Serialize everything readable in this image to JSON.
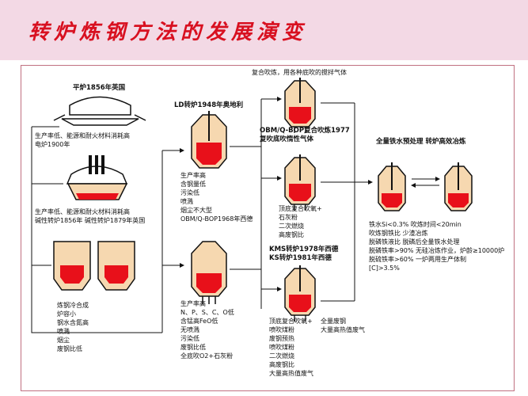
{
  "title": "转炉炼钢方法的发展演变",
  "colors": {
    "title": "#d81020",
    "band": "#f3d9e5",
    "frame": "#c07080",
    "molten": "#e8101a",
    "lining": "#f6d8b0",
    "line": "#111111"
  },
  "labels": {
    "bessemer_1856": "平炉1856年英国",
    "top_desc": "生产率低、能源和耐火材料消耗高\n电炉1900年",
    "mid_desc": "生产率低、能源和耐火材料消耗高\n碱性转炉1856年    碱性转炉1879年英国",
    "bottom_desc": "炼钢冷合成\n炉容小\n钢水含氮高\n喷溅\n烟尘\n废钢比低",
    "ld_title": "LD转炉1948年奥地利",
    "ld_desc": "生产率高\n含钢量低\n污染低\n喷溅\n烟尘不大型\nOBM/Q-BOP1968年西德",
    "obm_desc": "生产率高\nN、P、S、C、O低\n含锰高FeO低\n无喷溅\n污染低\n废钢比低\n全底吹O2+石灰粉",
    "combined_top": "复合吹炼，用各种底吹的搅拌气体",
    "combined_title": "OBM/Q-BOP复合吹炼1977\n复吹底吹惰性气体",
    "combined_desc": "顶底复合吹氧+\n石灰粉\n二次燃烧\n高废钢比",
    "kms_title": "KMS转炉1978年西德\nKS转炉1981年西德",
    "kms_desc": "顶底复合吹氧+\n喷吹煤粉\n废钢预热\n喷吹煤粉\n二次燃烧\n高废钢比\n大量高热值废气",
    "side_desc": "全量废钢\n大量高热值废气",
    "right_title": "全量铁水预处理   转炉高效冶炼",
    "right_desc": "铁水Si<0.3%    吹炼时间<20min\n吹炼钢铁比     少渣冶炼\n脱磷铁液比     脱磷后全量铁水处理\n脱磷铁率>90%     无硅冶炼作业，炉龄≥10000炉\n脱硫铁率>60%     一炉两用生产体制\n[C]>3.5%"
  }
}
